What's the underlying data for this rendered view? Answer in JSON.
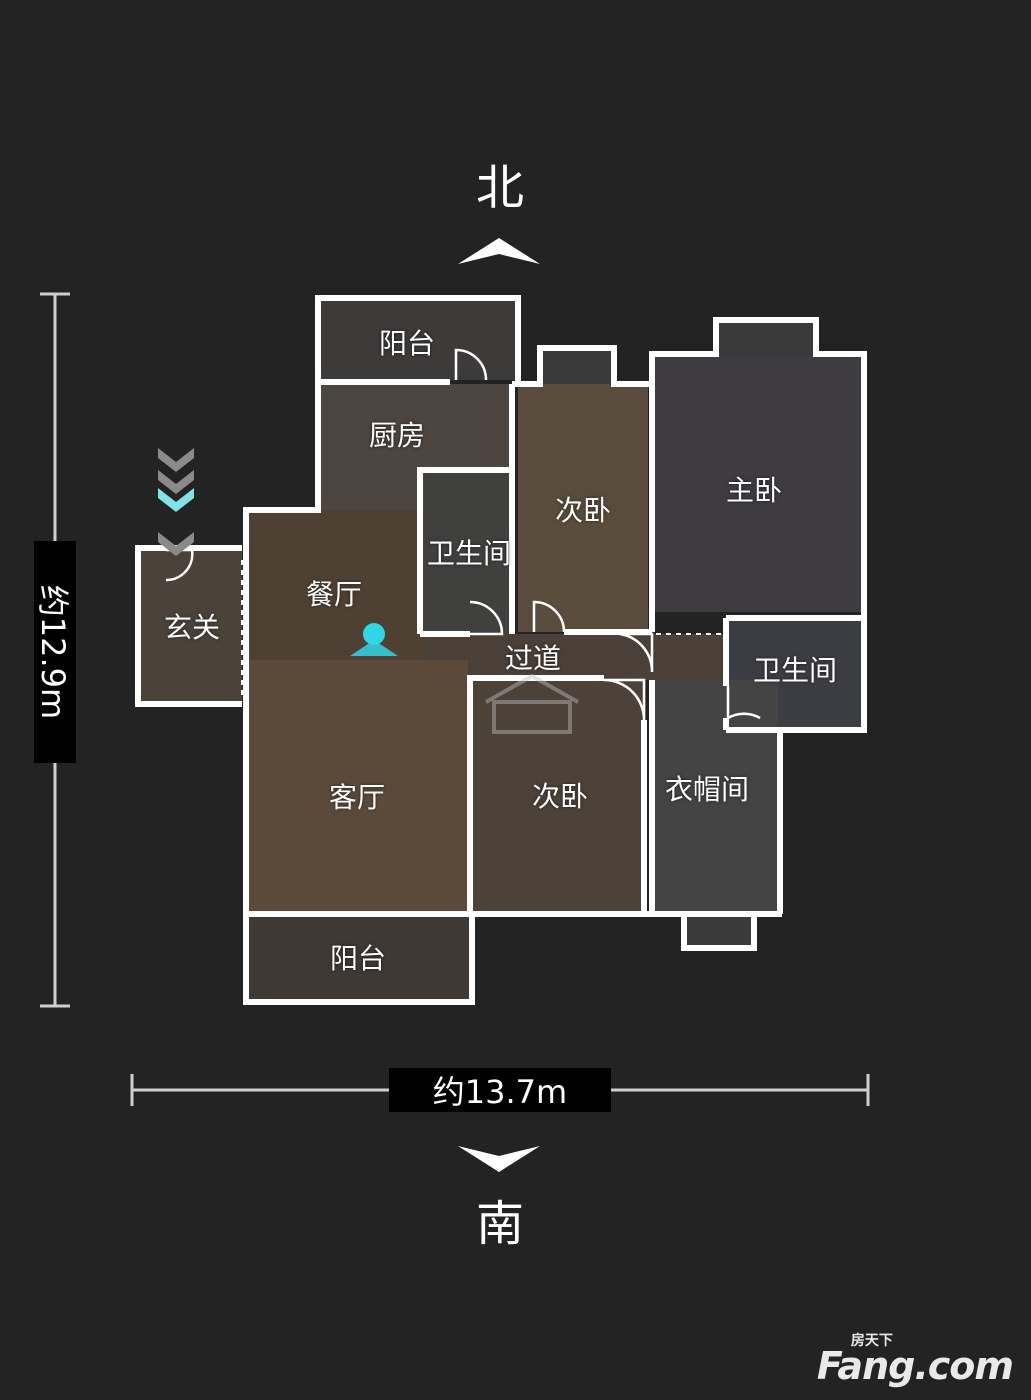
{
  "compass": {
    "north": "北",
    "south": "南"
  },
  "dimensions": {
    "height": "约12.9m",
    "width": "约13.7m"
  },
  "rooms": {
    "balcony_north": "阳台",
    "kitchen": "厨房",
    "bathroom_1": "卫生间",
    "dining": "餐厅",
    "entrance": "玄关",
    "bedroom_north": "次卧",
    "master_bedroom": "主卧",
    "bathroom_2": "卫生间",
    "hallway": "过道",
    "living": "客厅",
    "bedroom_south": "次卧",
    "closet": "衣帽间",
    "balcony_south": "阳台"
  },
  "watermark": {
    "brand": "Fang.com",
    "cn": "房天下"
  },
  "colors": {
    "background": "#232323",
    "wall": "#ffffff",
    "floor": "#4a4038",
    "marker": "#2fd6e6"
  }
}
